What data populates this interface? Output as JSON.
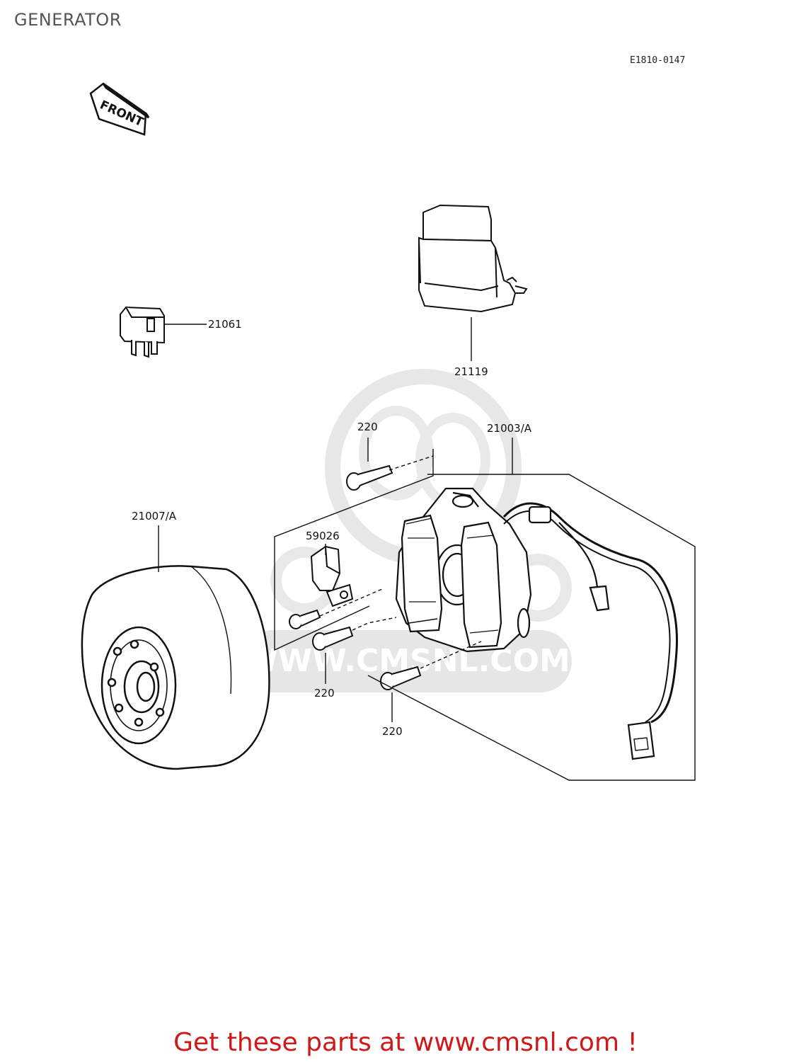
{
  "page": {
    "title": "GENERATOR",
    "diagram_code": "E1810-0147",
    "footer_text": "Get these parts at www.cmsnl.com !"
  },
  "front_marker": {
    "text": "FRONT"
  },
  "watermark": {
    "text": "WWW.CMSNL.COM"
  },
  "parts": [
    {
      "id": "p-21061",
      "number": "21061",
      "name": "regulator-relay"
    },
    {
      "id": "p-21119",
      "number": "21119",
      "name": "rectifier-box"
    },
    {
      "id": "p-21003a",
      "number": "21003/A",
      "name": "stator-assembly"
    },
    {
      "id": "p-21007a",
      "number": "21007/A",
      "name": "flywheel-rotor"
    },
    {
      "id": "p-59026",
      "number": "59026",
      "name": "pickup-coil"
    },
    {
      "id": "p-220-top",
      "number": "220",
      "name": "screw"
    },
    {
      "id": "p-220-mid",
      "number": "220",
      "name": "screw"
    },
    {
      "id": "p-220-low",
      "number": "220",
      "name": "screw"
    }
  ]
}
